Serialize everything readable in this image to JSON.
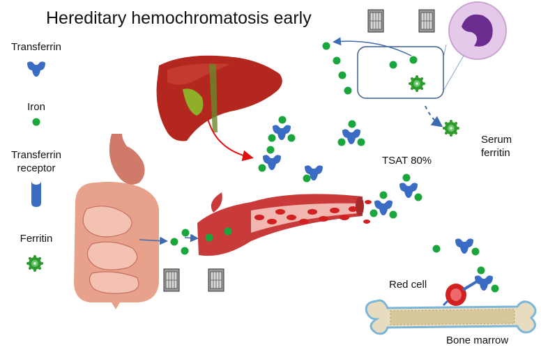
{
  "title": "Hereditary hemochromatosis early",
  "legend": {
    "transferrin": "Transferrin",
    "iron": "Iron",
    "receptor_line1": "Transferrin",
    "receptor_line2": "receptor",
    "ferritin": "Ferritin"
  },
  "labels": {
    "tsat": "TSAT 80%",
    "serum_line1": "Serum",
    "serum_line2": "ferritin",
    "red_cell": "Red cell",
    "bone_marrow": "Bone marrow"
  },
  "colors": {
    "iron": "#1aa63c",
    "transferrin": "#3a6cc4",
    "ferritin": "#2e9a2e",
    "liver": "#b3271f",
    "blood": "#c93a3a",
    "intestine": "#e8a28c",
    "bone": "#e8dcc0",
    "macrophage": "#d7b6de",
    "arrow_red": "#e01010",
    "arrow_blue": "#3d6bb0"
  },
  "icons": {
    "gate": "gate-icon",
    "macrophage": "macrophage-icon",
    "liver": "liver-icon",
    "intestine": "intestine-icon",
    "blood_vessel": "blood-vessel-icon",
    "bone": "bone-icon"
  }
}
